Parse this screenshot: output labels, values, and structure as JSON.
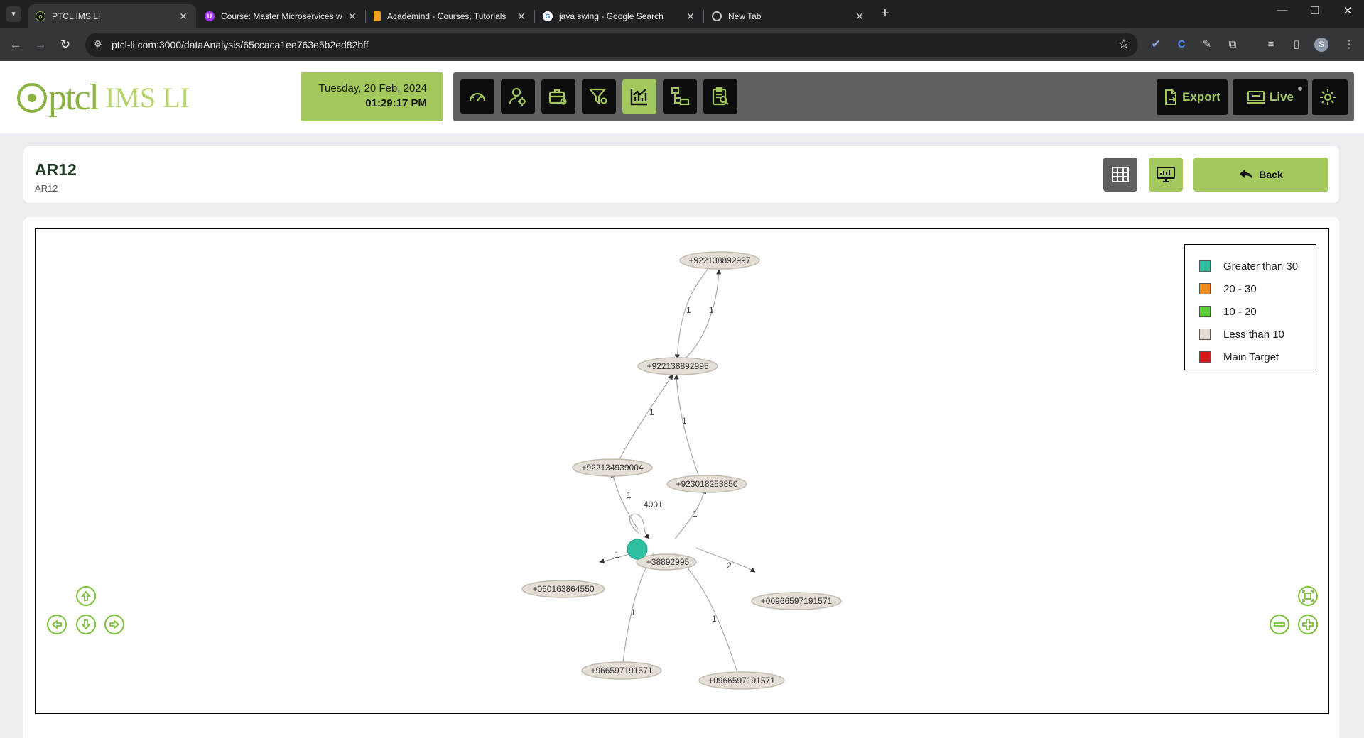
{
  "browser": {
    "tabs": [
      {
        "title": "PTCL IMS LI",
        "active": true
      },
      {
        "title": "Course: Master Microservices w",
        "active": false
      },
      {
        "title": "Academind - Courses, Tutorials",
        "active": false
      },
      {
        "title": "java swing - Google Search",
        "active": false
      },
      {
        "title": "New Tab",
        "active": false
      }
    ],
    "url": "ptcl-li.com:3000/dataAnalysis/65ccaca1ee763e5b2ed82bff",
    "profile_initial": "S"
  },
  "header": {
    "logo_text": "ptcl",
    "logo_suffix": "IMS LI",
    "date": "Tuesday, 20 Feb, 2024",
    "time": "01:29:17 PM",
    "export_label": "Export",
    "live_label": "Live"
  },
  "page": {
    "title": "AR12",
    "subtitle": "AR12",
    "back_label": "Back"
  },
  "legend": [
    {
      "label": "Greater than 30",
      "color": "#2ebfa0"
    },
    {
      "label": "20 - 30",
      "color": "#f08d1c"
    },
    {
      "label": "10 - 20",
      "color": "#5cd13a"
    },
    {
      "label": "Less than 10",
      "color": "#e4ded4"
    },
    {
      "label": "Main Target",
      "color": "#d7191c"
    }
  ],
  "graph": {
    "nodes": [
      {
        "id": "n1",
        "label": "+922138892997"
      },
      {
        "id": "n2",
        "label": "+922138892995"
      },
      {
        "id": "n3",
        "label": "+922134939004"
      },
      {
        "id": "n4",
        "label": "+923018253850"
      },
      {
        "id": "n5",
        "label": "+38892995"
      },
      {
        "id": "n6",
        "label": "+060163864550"
      },
      {
        "id": "n7",
        "label": "+00966597191571"
      },
      {
        "id": "n8",
        "label": "+966597191571"
      },
      {
        "id": "n9",
        "label": "+0966597191571"
      }
    ],
    "edges": [
      {
        "label": "1"
      },
      {
        "label": "1"
      },
      {
        "label": "1"
      },
      {
        "label": "1"
      },
      {
        "label": "1"
      },
      {
        "label": "1"
      },
      {
        "label": "4001"
      },
      {
        "label": "1"
      },
      {
        "label": "2"
      },
      {
        "label": "1"
      },
      {
        "label": "1"
      }
    ]
  }
}
